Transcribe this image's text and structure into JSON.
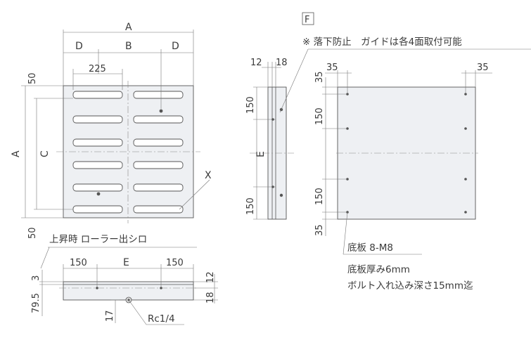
{
  "front_view": {
    "dim_A_top": "A",
    "dim_D_left": "D",
    "dim_B": "B",
    "dim_D_right": "D",
    "dim_225": "225",
    "dim_50_top": "50",
    "dim_50_bottom": "50",
    "dim_A_side": "A",
    "dim_C": "C",
    "callout_X": "X"
  },
  "side_view": {
    "label_F": "F",
    "dim_12": "12",
    "dim_18": "18",
    "dim_150_top": "150",
    "dim_E": "E",
    "dim_150_bottom": "150"
  },
  "note_guide": "※ 落下防止　ガイドは各4面取付可能",
  "base_view": {
    "dim_35_top_left": "35",
    "dim_35_top_right": "35",
    "dim_35_side_top": "35",
    "dim_150_side_top": "150",
    "dim_150_side_bottom": "150",
    "dim_35_side_bottom": "35",
    "bolt_label": "底板 8-M8",
    "thickness_note": "底板厚み6mm",
    "bolt_depth_note": "ボルト入れ込み深さ15mm迄"
  },
  "bottom_view": {
    "roller_note": "上昇時 ローラー出シロ",
    "dim_150_left": "150",
    "dim_E": "E",
    "dim_150_right": "150",
    "dim_3": "3",
    "dim_79_5": "79.5",
    "dim_12": "12",
    "dim_18": "18",
    "dim_17": "17",
    "port_label": "Rc1/4"
  }
}
